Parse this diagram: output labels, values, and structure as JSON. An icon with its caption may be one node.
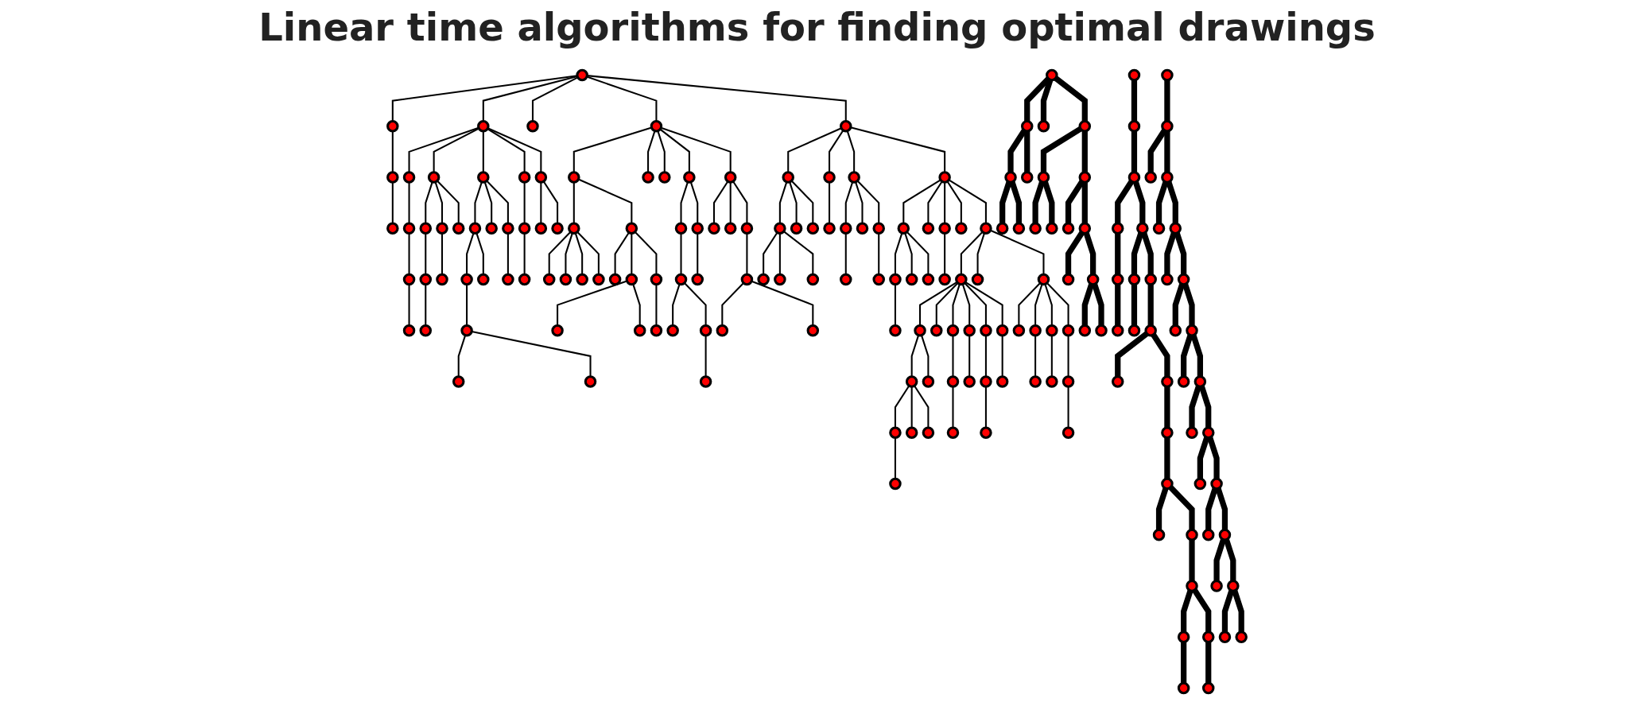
{
  "diagram": {
    "title": "Linear time algorithms for finding optimal drawings",
    "nodes": [
      {
        "text": [],
        "shape": "circle"
      },
      {
        "text": [],
        "shape": "circle"
      },
      {
        "text": [],
        "shape": "circle"
      },
      {
        "text": [],
        "shape": "circle"
      },
      {
        "text": [],
        "shape": "circle"
      },
      {
        "text": [],
        "shape": "circle"
      },
      {
        "text": [],
        "shape": "circle"
      },
      {
        "text": [],
        "shape": "circle"
      },
      {
        "text": [],
        "shape": "circle"
      },
      {
        "text": [],
        "shape": "circle"
      },
      {
        "text": [],
        "shape": "circle"
      },
      {
        "text": [],
        "shape": "circle"
      },
      {
        "text": [],
        "shape": "circle"
      },
      {
        "text": [],
        "shape": "circle"
      },
      {
        "text": [],
        "shape": "circle"
      },
      {
        "text": [],
        "shape": "circle"
      },
      {
        "text": [],
        "shape": "circle"
      },
      {
        "text": [],
        "shape": "circle"
      },
      {
        "text": [],
        "shape": "circle"
      },
      {
        "text": [],
        "shape": "circle"
      },
      {
        "text": [],
        "shape": "circle"
      },
      {
        "text": [],
        "shape": "circle"
      },
      {
        "text": [],
        "shape": "circle"
      },
      {
        "text": [],
        "shape": "circle"
      },
      {
        "text": [],
        "shape": "circle"
      },
      {
        "text": [],
        "shape": "circle"
      },
      {
        "text": [],
        "shape": "circle"
      },
      {
        "text": [],
        "shape": "circle"
      },
      {
        "text": [],
        "shape": "circle"
      },
      {
        "text": [],
        "shape": "circle"
      },
      {
        "text": [],
        "shape": "circle"
      },
      {
        "text": [],
        "shape": "circle"
      },
      {
        "text": [],
        "shape": "circle"
      },
      {
        "text": [],
        "shape": "circle"
      },
      {
        "text": [],
        "shape": "circle"
      },
      {
        "text": [],
        "shape": "circle"
      },
      {
        "text": [],
        "shape": "circle"
      },
      {
        "text": [],
        "shape": "circle"
      },
      {
        "text": [],
        "shape": "circle"
      },
      {
        "text": [],
        "shape": "circle"
      },
      {
        "text": [],
        "shape": "circle"
      },
      {
        "text": [],
        "shape": "circle"
      },
      {
        "text": [],
        "shape": "circle"
      },
      {
        "text": [],
        "shape": "circle"
      },
      {
        "text": [],
        "shape": "circle"
      },
      {
        "text": [],
        "shape": "circle"
      },
      {
        "text": [],
        "shape": "circle"
      },
      {
        "text": [],
        "shape": "circle"
      },
      {
        "text": [],
        "shape": "circle"
      },
      {
        "text": [],
        "shape": "circle"
      },
      {
        "text": [],
        "shape": "circle"
      },
      {
        "text": [],
        "shape": "circle"
      },
      {
        "text": [],
        "shape": "circle"
      },
      {
        "text": [],
        "shape": "circle"
      },
      {
        "text": [],
        "shape": "circle"
      },
      {
        "text": [],
        "shape": "circle"
      },
      {
        "text": [],
        "shape": "circle"
      },
      {
        "text": [],
        "shape": "circle"
      },
      {
        "text": [],
        "shape": "circle"
      },
      {
        "text": [],
        "shape": "circle"
      },
      {
        "text": [],
        "shape": "circle"
      },
      {
        "text": [],
        "shape": "circle"
      },
      {
        "text": [],
        "shape": "circle"
      },
      {
        "text": [],
        "shape": "circle"
      },
      {
        "text": [],
        "shape": "circle"
      },
      {
        "text": [],
        "shape": "circle"
      },
      {
        "text": [],
        "shape": "circle"
      },
      {
        "text": [],
        "shape": "circle"
      },
      {
        "text": [],
        "shape": "circle"
      },
      {
        "text": [],
        "shape": "circle"
      },
      {
        "text": [],
        "shape": "circle"
      },
      {
        "text": [],
        "shape": "circle"
      },
      {
        "text": [],
        "shape": "circle"
      },
      {
        "text": [],
        "shape": "circle"
      },
      {
        "text": [],
        "shape": "circle"
      },
      {
        "text": [],
        "shape": "circle"
      },
      {
        "text": [],
        "shape": "circle"
      },
      {
        "text": [],
        "shape": "circle"
      },
      {
        "text": [],
        "shape": "circle"
      },
      {
        "text": [],
        "shape": "circle"
      },
      {
        "text": [],
        "shape": "circle"
      },
      {
        "text": [],
        "shape": "circle"
      },
      {
        "text": [],
        "shape": "circle"
      },
      {
        "text": [],
        "shape": "circle"
      },
      {
        "text": [],
        "shape": "circle"
      },
      {
        "text": [],
        "shape": "circle"
      },
      {
        "text": [],
        "shape": "circle"
      },
      {
        "text": [],
        "shape": "circle"
      },
      {
        "text": [],
        "shape": "circle"
      },
      {
        "text": [],
        "shape": "circle"
      },
      {
        "text": [],
        "shape": "circle"
      },
      {
        "text": [],
        "shape": "circle"
      },
      {
        "text": [],
        "shape": "circle"
      },
      {
        "text": [],
        "shape": "circle"
      },
      {
        "text": [],
        "shape": "circle"
      },
      {
        "text": [],
        "shape": "circle"
      },
      {
        "text": [],
        "shape": "circle"
      },
      {
        "text": [],
        "shape": "circle"
      },
      {
        "text": [],
        "shape": "circle"
      },
      {
        "text": [],
        "shape": "circle"
      },
      {
        "text": [],
        "shape": "circle"
      },
      {
        "text": [],
        "shape": "circle"
      },
      {
        "text": [],
        "shape": "circle"
      },
      {
        "text": [],
        "shape": "circle"
      },
      {
        "text": [],
        "shape": "circle"
      },
      {
        "text": [],
        "shape": "circle"
      },
      {
        "text": [],
        "shape": "circle"
      },
      {
        "text": [],
        "shape": "circle"
      },
      {
        "text": [],
        "shape": "circle"
      },
      {
        "text": [],
        "shape": "circle"
      },
      {
        "text": [],
        "shape": "circle"
      },
      {
        "text": [],
        "shape": "circle"
      },
      {
        "text": [],
        "shape": "circle"
      },
      {
        "text": [],
        "shape": "circle"
      },
      {
        "text": [],
        "shape": "circle"
      },
      {
        "text": [],
        "shape": "circle"
      },
      {
        "text": [],
        "shape": "circle"
      },
      {
        "text": [],
        "shape": "circle"
      },
      {
        "text": [],
        "shape": "circle"
      },
      {
        "text": [],
        "shape": "circle"
      },
      {
        "text": [],
        "shape": "circle"
      },
      {
        "text": [],
        "shape": "circle"
      },
      {
        "text": [],
        "shape": "circle"
      },
      {
        "text": [],
        "shape": "circle"
      },
      {
        "text": [],
        "shape": "circle"
      },
      {
        "text": [],
        "shape": "circle"
      },
      {
        "text": [],
        "shape": "circle"
      },
      {
        "text": [],
        "shape": "circle"
      },
      {
        "text": [],
        "shape": "circle"
      },
      {
        "text": [],
        "shape": "circle"
      },
      {
        "text": [],
        "shape": "circle"
      },
      {
        "text": [],
        "shape": "circle"
      },
      {
        "text": [],
        "shape": "circle"
      },
      {
        "text": [],
        "shape": "circle"
      },
      {
        "text": [],
        "shape": "circle"
      },
      {
        "text": [],
        "shape": "circle"
      },
      {
        "text": [],
        "shape": "circle"
      },
      {
        "text": [],
        "shape": "circle"
      },
      {
        "text": [],
        "shape": "circle"
      },
      {
        "text": [],
        "shape": "circle"
      },
      {
        "text": [],
        "shape": "circle"
      },
      {
        "text": [],
        "shape": "circle"
      },
      {
        "text": [],
        "shape": "circle"
      },
      {
        "text": [],
        "shape": "circle"
      },
      {
        "text": [],
        "shape": "circle"
      },
      {
        "text": [],
        "shape": "circle"
      },
      {
        "text": [],
        "shape": "circle"
      },
      {
        "text": [],
        "shape": "circle"
      },
      {
        "text": [],
        "shape": "circle"
      },
      {
        "text": [],
        "shape": "circle"
      },
      {
        "text": [],
        "shape": "circle"
      },
      {
        "text": [],
        "shape": "circle"
      },
      {
        "text": [],
        "shape": "circle"
      },
      {
        "text": [],
        "shape": "circle"
      },
      {
        "text": [],
        "shape": "circle"
      },
      {
        "text": [],
        "shape": "circle"
      },
      {
        "text": [],
        "shape": "circle"
      },
      {
        "text": [],
        "shape": "circle"
      },
      {
        "text": [],
        "shape": "circle"
      },
      {
        "text": [],
        "shape": "circle"
      },
      {
        "text": [],
        "shape": "circle"
      },
      {
        "text": [],
        "shape": "circle"
      },
      {
        "text": [],
        "shape": "circle"
      },
      {
        "text": [],
        "shape": "circle"
      },
      {
        "text": [],
        "shape": "circle"
      },
      {
        "text": [],
        "shape": "circle"
      },
      {
        "text": [],
        "shape": "circle"
      },
      {
        "text": [],
        "shape": "circle"
      },
      {
        "text": [],
        "shape": "circle"
      },
      {
        "text": [],
        "shape": "circle"
      },
      {
        "text": [],
        "shape": "circle"
      },
      {
        "text": [],
        "shape": "circle"
      },
      {
        "text": [],
        "shape": "circle"
      },
      {
        "text": [],
        "shape": "circle"
      },
      {
        "text": [],
        "shape": "circle"
      },
      {
        "text": [],
        "shape": "circle"
      },
      {
        "text": [],
        "shape": "circle"
      },
      {
        "text": [],
        "shape": "circle"
      },
      {
        "text": [],
        "shape": "circle"
      },
      {
        "text": [],
        "shape": "circle"
      },
      {
        "text": [],
        "shape": "circle"
      },
      {
        "text": [],
        "shape": "circle"
      }
    ],
    "edges": [
      {
        "from": 0,
        "to": 1,
        "arrow": "none"
      },
      {
        "from": 1,
        "to": 2,
        "arrow": "none"
      },
      {
        "from": 0,
        "to": 3,
        "arrow": "none"
      },
      {
        "from": 3,
        "to": 4,
        "arrow": "none"
      },
      {
        "from": 4,
        "to": 5,
        "arrow": "none"
      },
      {
        "from": 0,
        "to": 6,
        "arrow": "none"
      },
      {
        "from": 0,
        "to": 7,
        "arrow": "none"
      },
      {
        "from": 7,
        "to": 8,
        "arrow": "none"
      },
      {
        "from": 8,
        "to": 9,
        "arrow": "none"
      },
      {
        "from": 9,
        "to": 10,
        "arrow": "none"
      },
      {
        "from": 10,
        "to": 11,
        "arrow": "none"
      },
      {
        "from": 7,
        "to": 12,
        "arrow": "none"
      },
      {
        "from": 12,
        "to": 13,
        "arrow": "none"
      },
      {
        "from": 13,
        "to": 14,
        "arrow": "none"
      },
      {
        "from": 14,
        "to": 15,
        "arrow": "none"
      },
      {
        "from": 12,
        "to": 16,
        "arrow": "none"
      },
      {
        "from": 16,
        "to": 17,
        "arrow": "none"
      },
      {
        "from": 12,
        "to": 18,
        "arrow": "none"
      },
      {
        "from": 7,
        "to": 19,
        "arrow": "none"
      },
      {
        "from": 19,
        "to": 20,
        "arrow": "none"
      },
      {
        "from": 20,
        "to": 21,
        "arrow": "none"
      },
      {
        "from": 21,
        "to": 22,
        "arrow": "none"
      },
      {
        "from": 22,
        "to": 23,
        "arrow": "none"
      },
      {
        "from": 22,
        "to": 24,
        "arrow": "none"
      },
      {
        "from": 20,
        "to": 25,
        "arrow": "none"
      },
      {
        "from": 19,
        "to": 26,
        "arrow": "none"
      },
      {
        "from": 19,
        "to": 27,
        "arrow": "none"
      },
      {
        "from": 27,
        "to": 28,
        "arrow": "none"
      },
      {
        "from": 7,
        "to": 29,
        "arrow": "none"
      },
      {
        "from": 29,
        "to": 30,
        "arrow": "none"
      },
      {
        "from": 30,
        "to": 31,
        "arrow": "none"
      },
      {
        "from": 7,
        "to": 32,
        "arrow": "none"
      },
      {
        "from": 32,
        "to": 33,
        "arrow": "none"
      },
      {
        "from": 32,
        "to": 34,
        "arrow": "none"
      },
      {
        "from": 0,
        "to": 35,
        "arrow": "none"
      },
      {
        "from": 35,
        "to": 36,
        "arrow": "none"
      },
      {
        "from": 35,
        "to": 37,
        "arrow": "none"
      },
      {
        "from": 35,
        "to": 38,
        "arrow": "none"
      },
      {
        "from": 38,
        "to": 39,
        "arrow": "none"
      },
      {
        "from": 39,
        "to": 40,
        "arrow": "none"
      },
      {
        "from": 39,
        "to": 41,
        "arrow": "none"
      },
      {
        "from": 39,
        "to": 42,
        "arrow": "none"
      },
      {
        "from": 39,
        "to": 43,
        "arrow": "none"
      },
      {
        "from": 38,
        "to": 44,
        "arrow": "none"
      },
      {
        "from": 44,
        "to": 45,
        "arrow": "none"
      },
      {
        "from": 44,
        "to": 46,
        "arrow": "none"
      },
      {
        "from": 46,
        "to": 47,
        "arrow": "none"
      },
      {
        "from": 46,
        "to": 48,
        "arrow": "none"
      },
      {
        "from": 44,
        "to": 49,
        "arrow": "none"
      },
      {
        "from": 49,
        "to": 50,
        "arrow": "none"
      },
      {
        "from": 35,
        "to": 51,
        "arrow": "none"
      },
      {
        "from": 51,
        "to": 52,
        "arrow": "none"
      },
      {
        "from": 52,
        "to": 53,
        "arrow": "none"
      },
      {
        "from": 53,
        "to": 54,
        "arrow": "none"
      },
      {
        "from": 53,
        "to": 55,
        "arrow": "none"
      },
      {
        "from": 55,
        "to": 56,
        "arrow": "none"
      },
      {
        "from": 51,
        "to": 57,
        "arrow": "none"
      },
      {
        "from": 57,
        "to": 58,
        "arrow": "none"
      },
      {
        "from": 35,
        "to": 59,
        "arrow": "none"
      },
      {
        "from": 59,
        "to": 60,
        "arrow": "none"
      },
      {
        "from": 59,
        "to": 61,
        "arrow": "none"
      },
      {
        "from": 59,
        "to": 62,
        "arrow": "none"
      },
      {
        "from": 62,
        "to": 63,
        "arrow": "none"
      },
      {
        "from": 63,
        "to": 64,
        "arrow": "none"
      },
      {
        "from": 63,
        "to": 65,
        "arrow": "none"
      },
      {
        "from": 1,
        "to": 66,
        "arrow": "none"
      },
      {
        "from": 66,
        "to": 67,
        "arrow": "none"
      },
      {
        "from": 67,
        "to": 68,
        "arrow": "none"
      },
      {
        "from": 67,
        "to": 69,
        "arrow": "none"
      },
      {
        "from": 67,
        "to": 70,
        "arrow": "none"
      },
      {
        "from": 66,
        "to": 71,
        "arrow": "none"
      },
      {
        "from": 66,
        "to": 72,
        "arrow": "none"
      },
      {
        "from": 1,
        "to": 73,
        "arrow": "none"
      },
      {
        "from": 73,
        "to": 74,
        "arrow": "none"
      },
      {
        "from": 1,
        "to": 75,
        "arrow": "none"
      },
      {
        "from": 75,
        "to": 76,
        "arrow": "none"
      },
      {
        "from": 76,
        "to": 77,
        "arrow": "none"
      },
      {
        "from": 75,
        "to": 78,
        "arrow": "none"
      },
      {
        "from": 75,
        "to": 79,
        "arrow": "none"
      },
      {
        "from": 79,
        "to": 80,
        "arrow": "none"
      },
      {
        "from": 2,
        "to": 81,
        "arrow": "none"
      },
      {
        "from": 81,
        "to": 82,
        "arrow": "none"
      },
      {
        "from": 82,
        "to": 83,
        "arrow": "none"
      },
      {
        "from": 81,
        "to": 84,
        "arrow": "none"
      },
      {
        "from": 81,
        "to": 85,
        "arrow": "none"
      },
      {
        "from": 2,
        "to": 86,
        "arrow": "none"
      },
      {
        "from": 2,
        "to": 87,
        "arrow": "none"
      },
      {
        "from": 87,
        "to": 88,
        "arrow": "none"
      },
      {
        "from": 2,
        "to": 89,
        "arrow": "none"
      },
      {
        "from": 2,
        "to": 90,
        "arrow": "none"
      },
      {
        "from": 90,
        "to": 91,
        "arrow": "none"
      },
      {
        "from": 91,
        "to": 92,
        "arrow": "none"
      },
      {
        "from": 92,
        "to": 93,
        "arrow": "none"
      },
      {
        "from": 93,
        "to": 94,
        "arrow": "none"
      },
      {
        "from": 94,
        "to": 95,
        "arrow": "none"
      },
      {
        "from": 93,
        "to": 96,
        "arrow": "none"
      },
      {
        "from": 93,
        "to": 97,
        "arrow": "none"
      },
      {
        "from": 92,
        "to": 98,
        "arrow": "none"
      },
      {
        "from": 91,
        "to": 99,
        "arrow": "none"
      },
      {
        "from": 91,
        "to": 100,
        "arrow": "none"
      },
      {
        "from": 100,
        "to": 101,
        "arrow": "none"
      },
      {
        "from": 101,
        "to": 102,
        "arrow": "none"
      },
      {
        "from": 91,
        "to": 103,
        "arrow": "none"
      },
      {
        "from": 103,
        "to": 104,
        "arrow": "none"
      },
      {
        "from": 91,
        "to": 105,
        "arrow": "none"
      },
      {
        "from": 105,
        "to": 106,
        "arrow": "none"
      },
      {
        "from": 106,
        "to": 107,
        "arrow": "none"
      },
      {
        "from": 91,
        "to": 108,
        "arrow": "none"
      },
      {
        "from": 108,
        "to": 109,
        "arrow": "none"
      },
      {
        "from": 90,
        "to": 110,
        "arrow": "none"
      },
      {
        "from": 90,
        "to": 111,
        "arrow": "none"
      },
      {
        "from": 111,
        "to": 112,
        "arrow": "none"
      },
      {
        "from": 111,
        "to": 113,
        "arrow": "none"
      },
      {
        "from": 113,
        "to": 114,
        "arrow": "none"
      },
      {
        "from": 111,
        "to": 115,
        "arrow": "none"
      },
      {
        "from": 115,
        "to": 116,
        "arrow": "none"
      },
      {
        "from": 111,
        "to": 117,
        "arrow": "none"
      },
      {
        "from": 117,
        "to": 118,
        "arrow": "none"
      },
      {
        "from": 118,
        "to": 119,
        "arrow": "none"
      },
      {
        "from": 120,
        "to": 121,
        "arrow": "none",
        "style": "thick"
      },
      {
        "from": 120,
        "to": 122,
        "arrow": "none",
        "style": "thick"
      },
      {
        "from": 120,
        "to": 123,
        "arrow": "none",
        "style": "thick"
      },
      {
        "from": 123,
        "to": 124,
        "arrow": "none",
        "style": "thick"
      },
      {
        "from": 123,
        "to": 125,
        "arrow": "none",
        "style": "thick"
      },
      {
        "from": 124,
        "to": 126,
        "arrow": "none",
        "style": "thick"
      },
      {
        "from": 124,
        "to": 127,
        "arrow": "none",
        "style": "thick"
      },
      {
        "from": 121,
        "to": 128,
        "arrow": "none",
        "style": "thick"
      },
      {
        "from": 128,
        "to": 129,
        "arrow": "none",
        "style": "thick"
      },
      {
        "from": 128,
        "to": 130,
        "arrow": "none",
        "style": "thick"
      },
      {
        "from": 121,
        "to": 131,
        "arrow": "none",
        "style": "thick"
      },
      {
        "from": 131,
        "to": 132,
        "arrow": "none",
        "style": "thick"
      },
      {
        "from": 131,
        "to": 133,
        "arrow": "none",
        "style": "thick"
      },
      {
        "from": 133,
        "to": 134,
        "arrow": "none",
        "style": "thick"
      },
      {
        "from": 133,
        "to": 135,
        "arrow": "none",
        "style": "thick"
      },
      {
        "from": 135,
        "to": 136,
        "arrow": "none",
        "style": "thick"
      },
      {
        "from": 135,
        "to": 137,
        "arrow": "none",
        "style": "thick"
      },
      {
        "from": 138,
        "to": 139,
        "arrow": "none",
        "style": "thick"
      },
      {
        "from": 139,
        "to": 140,
        "arrow": "none",
        "style": "thick"
      },
      {
        "from": 140,
        "to": 141,
        "arrow": "none",
        "style": "thick"
      },
      {
        "from": 141,
        "to": 142,
        "arrow": "none",
        "style": "thick"
      },
      {
        "from": 142,
        "to": 143,
        "arrow": "none",
        "style": "thick"
      },
      {
        "from": 140,
        "to": 144,
        "arrow": "none",
        "style": "thick"
      },
      {
        "from": 144,
        "to": 145,
        "arrow": "none",
        "style": "thick"
      },
      {
        "from": 145,
        "to": 146,
        "arrow": "none",
        "style": "thick"
      },
      {
        "from": 144,
        "to": 147,
        "arrow": "none",
        "style": "thick"
      },
      {
        "from": 147,
        "to": 148,
        "arrow": "none",
        "style": "thick"
      },
      {
        "from": 148,
        "to": 149,
        "arrow": "none",
        "style": "thick"
      },
      {
        "from": 148,
        "to": 150,
        "arrow": "none",
        "style": "thick"
      },
      {
        "from": 150,
        "to": 151,
        "arrow": "none",
        "style": "thick"
      },
      {
        "from": 151,
        "to": 152,
        "arrow": "none",
        "style": "thick"
      },
      {
        "from": 152,
        "to": 153,
        "arrow": "none",
        "style": "thick"
      },
      {
        "from": 152,
        "to": 154,
        "arrow": "none",
        "style": "thick"
      },
      {
        "from": 154,
        "to": 155,
        "arrow": "none",
        "style": "thick"
      },
      {
        "from": 155,
        "to": 156,
        "arrow": "none",
        "style": "thick"
      },
      {
        "from": 156,
        "to": 157,
        "arrow": "none",
        "style": "thick"
      },
      {
        "from": 155,
        "to": 158,
        "arrow": "none",
        "style": "thick"
      },
      {
        "from": 158,
        "to": 159,
        "arrow": "none",
        "style": "thick"
      },
      {
        "from": 160,
        "to": 161,
        "arrow": "none",
        "style": "thick"
      },
      {
        "from": 161,
        "to": 162,
        "arrow": "none",
        "style": "thick"
      },
      {
        "from": 161,
        "to": 163,
        "arrow": "none",
        "style": "thick"
      },
      {
        "from": 163,
        "to": 164,
        "arrow": "none",
        "style": "thick"
      },
      {
        "from": 163,
        "to": 165,
        "arrow": "none",
        "style": "thick"
      },
      {
        "from": 165,
        "to": 166,
        "arrow": "none",
        "style": "thick"
      },
      {
        "from": 165,
        "to": 167,
        "arrow": "none",
        "style": "thick"
      },
      {
        "from": 167,
        "to": 168,
        "arrow": "none",
        "style": "thick"
      },
      {
        "from": 167,
        "to": 169,
        "arrow": "none",
        "style": "thick"
      },
      {
        "from": 169,
        "to": 170,
        "arrow": "none",
        "style": "thick"
      },
      {
        "from": 169,
        "to": 171,
        "arrow": "none",
        "style": "thick"
      },
      {
        "from": 171,
        "to": 172,
        "arrow": "none",
        "style": "thick"
      },
      {
        "from": 171,
        "to": 173,
        "arrow": "none",
        "style": "thick"
      },
      {
        "from": 173,
        "to": 174,
        "arrow": "none",
        "style": "thick"
      },
      {
        "from": 173,
        "to": 175,
        "arrow": "none",
        "style": "thick"
      },
      {
        "from": 175,
        "to": 176,
        "arrow": "none",
        "style": "thick"
      },
      {
        "from": 175,
        "to": 177,
        "arrow": "none",
        "style": "thick"
      },
      {
        "from": 177,
        "to": 178,
        "arrow": "none",
        "style": "thick"
      },
      {
        "from": 177,
        "to": 179,
        "arrow": "none",
        "style": "thick"
      },
      {
        "from": 179,
        "to": 180,
        "arrow": "none",
        "style": "thick"
      },
      {
        "from": 179,
        "to": 181,
        "arrow": "none",
        "style": "thick"
      }
    ]
  }
}
